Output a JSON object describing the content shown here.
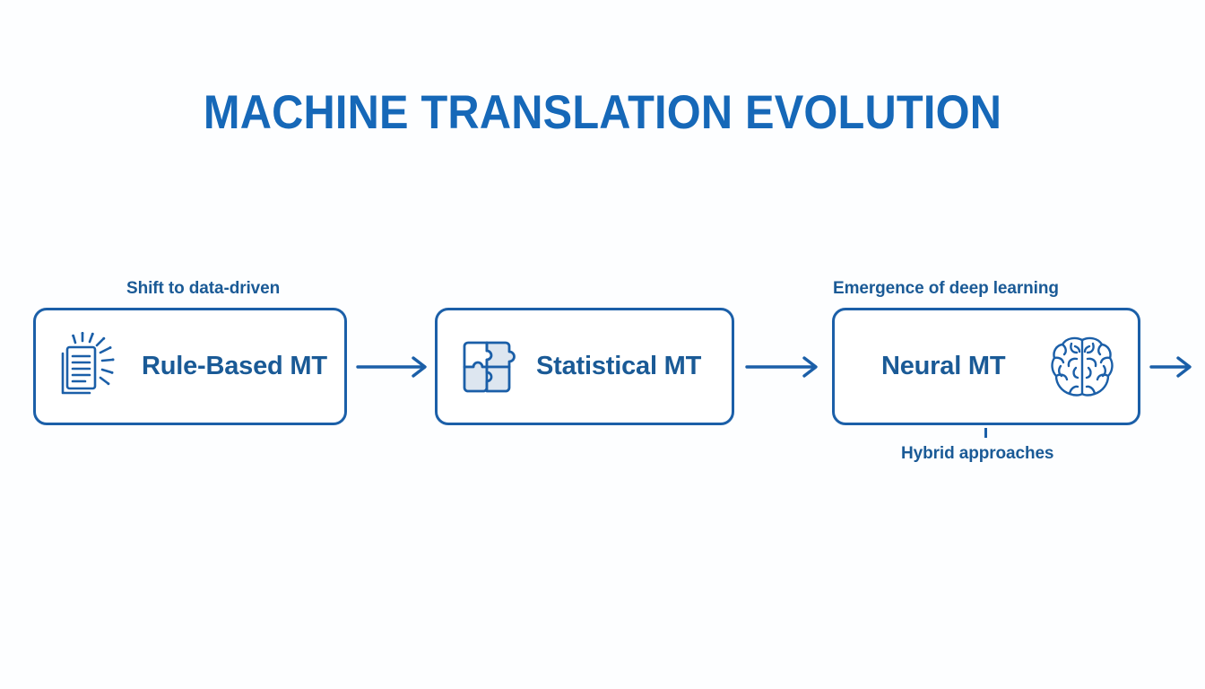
{
  "page": {
    "title": "MACHINE TRANSLATION EVOLUTION",
    "background_color": "#fdfeff",
    "title_color": "#1668b8",
    "accent_color": "#1b5fa8",
    "label_color": "#1a5a96",
    "puzzle_fill_color": "#dde6f0"
  },
  "diagram": {
    "type": "horizontal-flow",
    "stages": [
      {
        "id": "rule-based",
        "label": "Rule-Based MT",
        "icon": "document-rays-icon",
        "icon_position": "left",
        "annotation_above": "Shift to data-driven",
        "annotation_below": ""
      },
      {
        "id": "statistical",
        "label": "Statistical MT",
        "icon": "puzzle-icon",
        "icon_position": "left",
        "annotation_above": "",
        "annotation_below": ""
      },
      {
        "id": "neural",
        "label": "Neural MT",
        "icon": "brain-icon",
        "icon_position": "right",
        "annotation_above": "Emergence of deep learning",
        "annotation_below": "Hybrid approaches"
      }
    ],
    "connectors": [
      {
        "id": "arrow-1",
        "from": "rule-based",
        "to": "statistical",
        "icon": "arrow-right-icon"
      },
      {
        "id": "arrow-2",
        "from": "statistical",
        "to": "neural",
        "icon": "arrow-right-icon"
      },
      {
        "id": "arrow-3",
        "from": "neural",
        "to": "",
        "icon": "arrow-right-icon"
      }
    ]
  }
}
